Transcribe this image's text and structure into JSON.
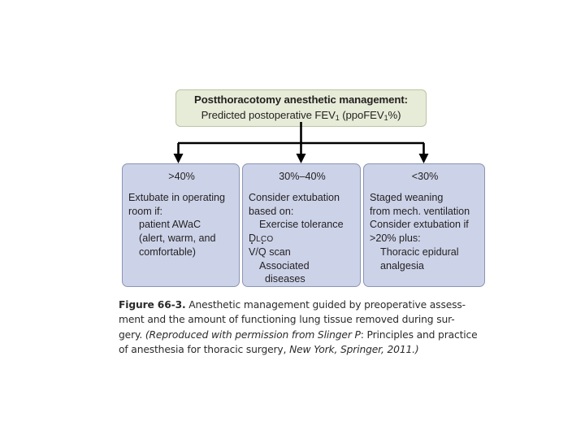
{
  "figure": {
    "root": {
      "title": "Postthoracotomy anesthetic management:",
      "subtitle_pre": "Predicted postoperative FEV",
      "subtitle_sub1": "1",
      "subtitle_mid": " (ppoFEV",
      "subtitle_sub2": "1",
      "subtitle_post": "%)"
    },
    "branches": [
      {
        "heading": ">40%",
        "lines": [
          "Extubate in operating",
          "room if:",
          "patient AWaC",
          "(alert, warm, and",
          "comfortable)"
        ]
      },
      {
        "heading": "30%–40%",
        "lines": [
          "Consider extubation",
          "based on:",
          "Exercise tolerance",
          "D_LCO",
          "V/Q scan",
          "Associated",
          "diseases"
        ],
        "dlco_d": "D",
        "dlco_lco": "LCO",
        "vq_v": "V",
        "vq_slash": "/",
        "vq_q": "Q",
        "vq_scan": " scan"
      },
      {
        "heading": "<30%",
        "lines": [
          "Staged weaning",
          "from mech. ventilation",
          "Consider extubation if",
          ">20% plus:",
          "Thoracic epidural",
          "analgesia"
        ]
      }
    ],
    "connector": {
      "arrow_color": "#000000",
      "description": "bracket-connector-three-arrows"
    },
    "colors": {
      "root_fill": "#e7ecd8",
      "root_border": "#b9c4a2",
      "branch_fill": "#ccd3e8",
      "branch_border": "#8a94b5",
      "page_background": "#ffffff"
    }
  },
  "caption": {
    "label": "Figure 66-3.",
    "line1_rest": " Anesthetic management guided by preoperative assess-",
    "line2": "ment and the amount of functioning lung tissue removed during sur-",
    "line3_roman_a": "gery. ",
    "line3_italic_a": "(Reproduced with permission from Slinger P",
    "line3_roman_b": ": Principles and practice",
    "line4_roman_a": "of anesthesia for thoracic surgery, ",
    "line4_italic_a": "New York, Springer, 2011.)"
  }
}
